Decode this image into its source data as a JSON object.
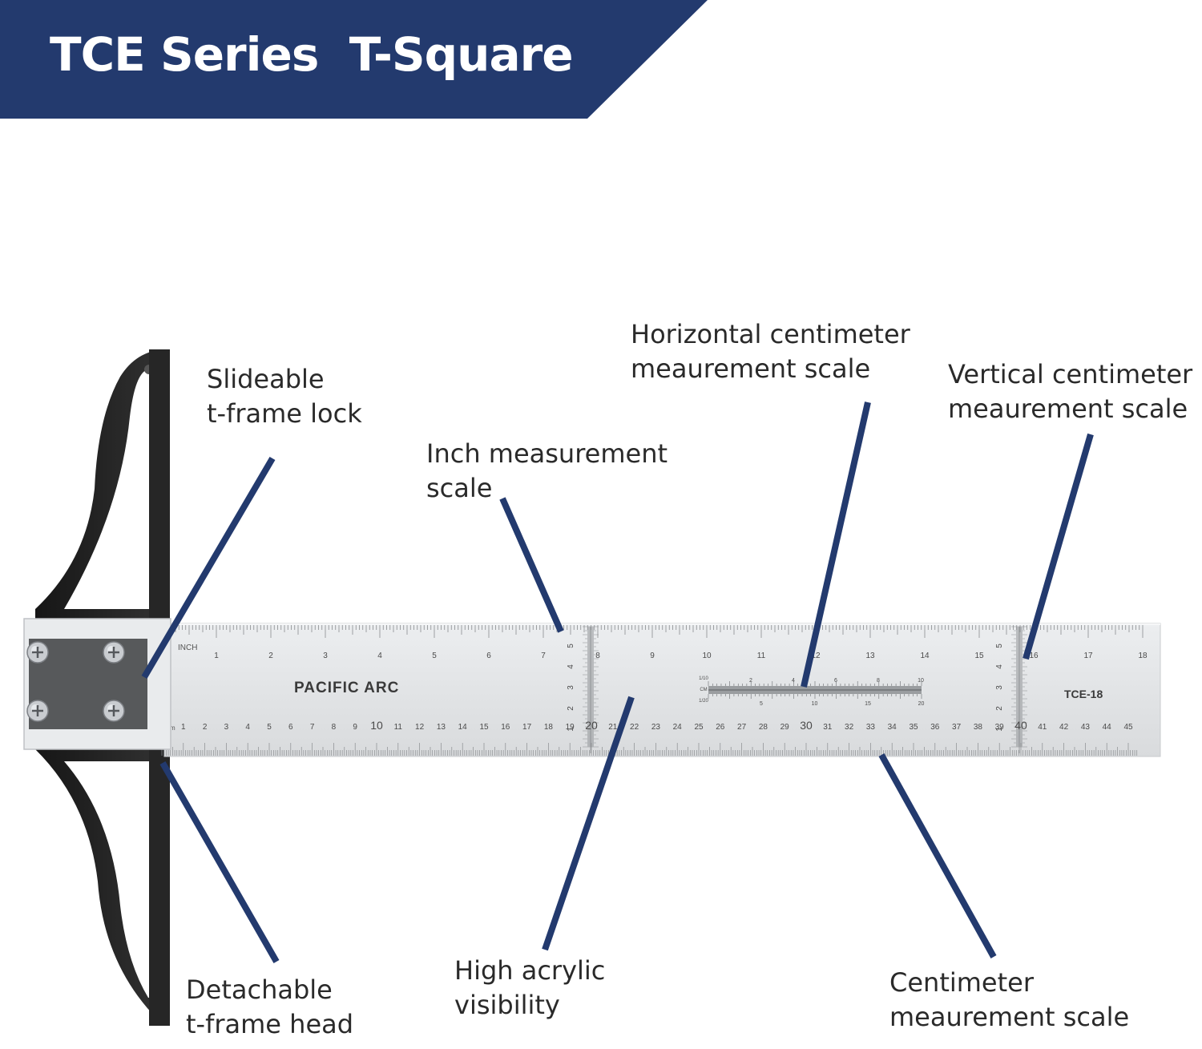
{
  "header": {
    "title": "TCE Series  T-Square",
    "banner_color": "#233a6e"
  },
  "ruler": {
    "brand": "PACIFIC ARC",
    "model": "TCE-18",
    "inch_label": "INCH",
    "cm_label": "cm",
    "inch_numbers": [
      "1",
      "2",
      "3",
      "4",
      "5",
      "6",
      "7",
      "8",
      "9",
      "10",
      "11",
      "12",
      "13",
      "14",
      "15",
      "16",
      "17",
      "18"
    ],
    "cm_numbers": [
      "1",
      "2",
      "3",
      "4",
      "5",
      "6",
      "7",
      "8",
      "9",
      "10",
      "11",
      "12",
      "13",
      "14",
      "15",
      "16",
      "17",
      "18",
      "19",
      "20",
      "21",
      "22",
      "23",
      "24",
      "25",
      "26",
      "27",
      "28",
      "29",
      "30",
      "31",
      "32",
      "33",
      "34",
      "35",
      "36",
      "37",
      "38",
      "39",
      "40",
      "41",
      "42",
      "43",
      "44",
      "45"
    ],
    "vertical_scale_numbers": [
      "5",
      "4",
      "3",
      "2",
      "1"
    ],
    "mini_scale_top": [
      "2",
      "4",
      "6",
      "8",
      "10"
    ],
    "mini_scale_bottom": [
      "5",
      "10",
      "15",
      "20"
    ],
    "mini_scale_left_labels": [
      "1/10",
      "CM",
      "1/20"
    ]
  },
  "callouts": {
    "lock": {
      "line1": "Slideable",
      "line2": "t-frame lock"
    },
    "inch": {
      "line1": "Inch measurement",
      "line2": "scale"
    },
    "horizontal": {
      "line1": "Horizontal centimeter",
      "line2": "meaurement scale"
    },
    "vertical": {
      "line1": "Vertical centimeter",
      "line2": "meaurement scale"
    },
    "head": {
      "line1": "Detachable",
      "line2": "t-frame head"
    },
    "acrylic": {
      "line1": "High acrylic",
      "line2": "visibility"
    },
    "centimeter": {
      "line1": "Centimeter",
      "line2": "meaurement scale"
    }
  },
  "colors": {
    "leader": "#233a6e",
    "head": "#222222",
    "blade": "#e4e6e8"
  }
}
